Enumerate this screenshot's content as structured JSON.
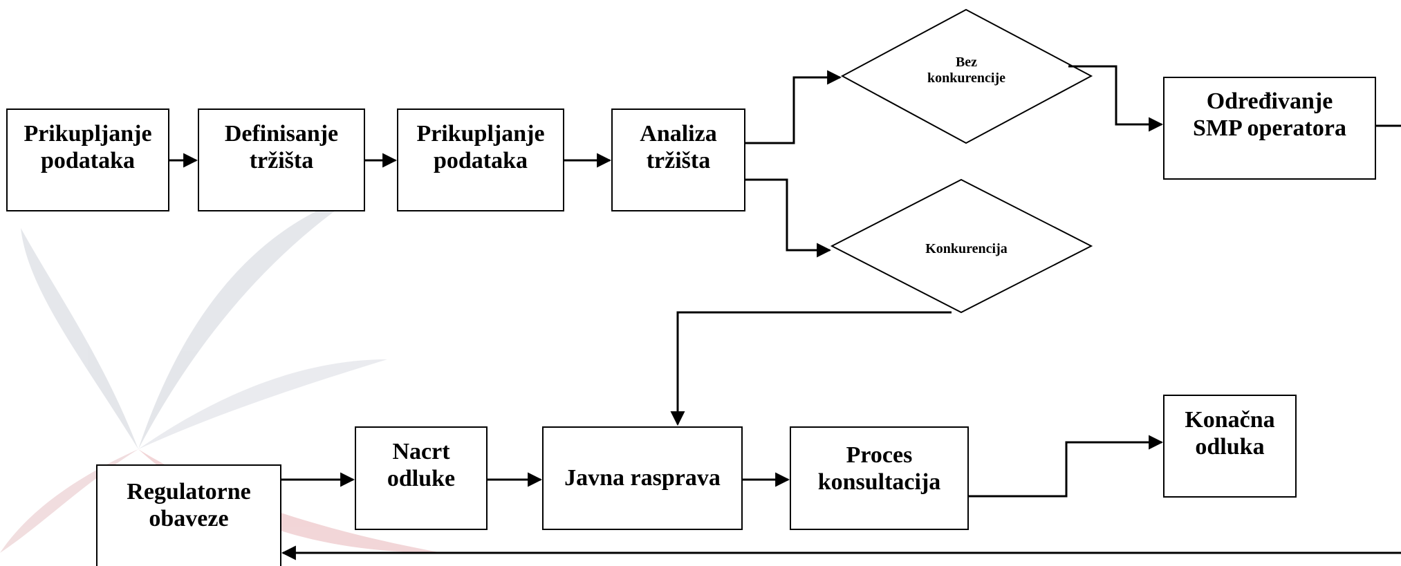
{
  "nodes": {
    "collect1": "Prikupljanje\npodataka",
    "define": "Definisanje\ntržišta",
    "collect2": "Prikupljanje\npodataka",
    "analyze": "Analiza\ntržišta",
    "no_competition": "Bez\nkonkurencije",
    "competition": "Konkurencija",
    "smp": "Određivanje\nSMP operatora",
    "regulatory": "Regulatorne\nobaveze",
    "draft": "Nacrt\nodluke",
    "public": "Javna rasprava",
    "consult": "Proces\nkonsultacija",
    "final": "Konačna\nodluka"
  },
  "colors": {
    "line": "#000000",
    "watermark_red": "#e8b4b8",
    "watermark_gray": "#cfd3da"
  }
}
